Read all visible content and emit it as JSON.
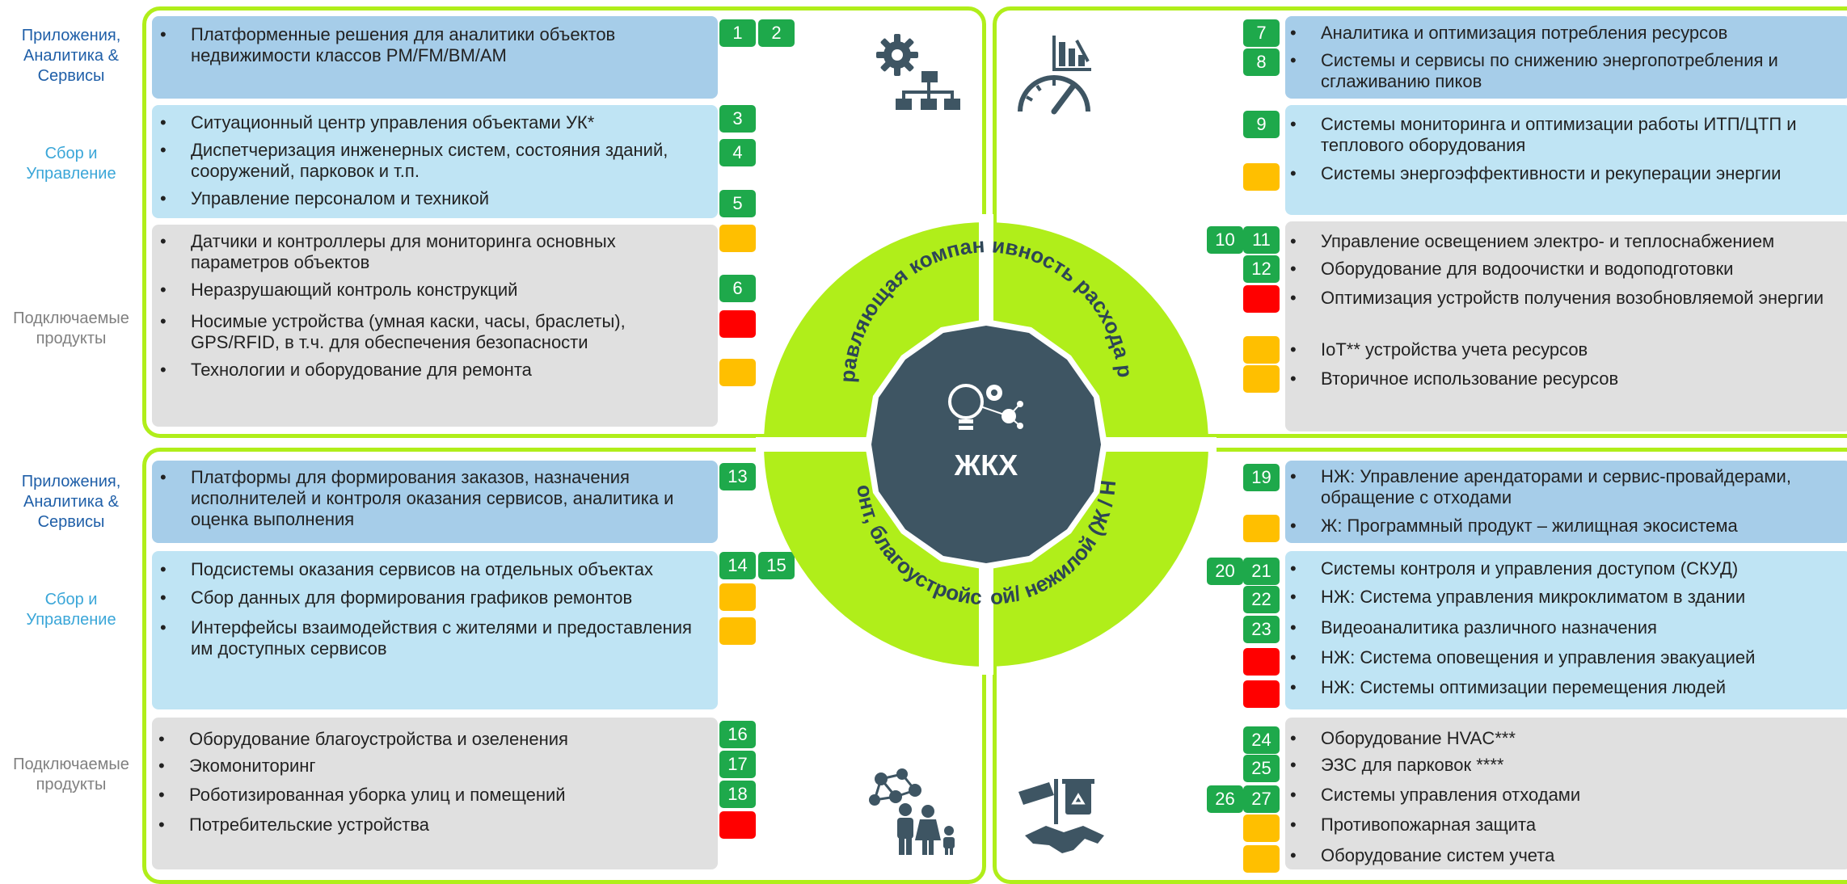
{
  "row_labels": {
    "top_apps": "Приложения, Аналитика & Сервисы",
    "top_collect": "Сбор и Управление",
    "top_connect": "Подключаемые продукты",
    "bottom_apps": "Приложения, Аналитика & Сервисы",
    "bottom_collect": "Сбор и Управление",
    "bottom_connect": "Подключаемые продукты"
  },
  "center": {
    "title": "ЖКХ",
    "q1": "Управляющая компания",
    "q2": "Эффективность расхода ресурсов",
    "q3": "Сервисы (ремонт, благоустройство, Клининг)",
    "q4": "Решение для жилой/ нежилой (Ж / НЖ) недвижимости"
  },
  "tl": {
    "apps": [
      "Платформенные решения для аналитики объектов недвижимости классов PM/FM/BM/AM"
    ],
    "collect": [
      "Ситуационный центр управления объектами УК*",
      "Диспетчеризация инженерных систем, состояния зданий, сооружений, парковок и т.п.",
      "Управление персоналом и техникой"
    ],
    "connect": [
      "Датчики и контроллеры для мониторинга основных параметров объектов",
      "Неразрушающий контроль конструкций",
      "Носимые устройства (умная каски, часы, браслеты), GPS/RFID, в т.ч. для обеспечения безопасности",
      "Технологии и оборудование для ремонта"
    ],
    "num_1": "1",
    "num_2": "2",
    "num_3": "3",
    "num_4": "4",
    "num_5": "5",
    "num_6": "6"
  },
  "tr": {
    "apps": [
      "Аналитика и оптимизация потребления ресурсов",
      "Системы и сервисы по снижению энергопотребления и сглаживанию пиков"
    ],
    "collect": [
      "Системы мониторинга и оптимизации работы ИТП/ЦТП и теплового оборудования",
      "Системы энергоэффективности и рекуперации энергии"
    ],
    "connect": [
      "Управление освещением электро- и теплоснабжением",
      "Оборудование для водоочистки и водоподготовки",
      "Оптимизация устройств получения возобновляемой энергии",
      "IoT** устройства учета ресурсов",
      "Вторичное использование ресурсов"
    ],
    "num_7": "7",
    "num_8": "8",
    "num_9": "9",
    "num_10": "10",
    "num_11": "11",
    "num_12": "12"
  },
  "bl": {
    "apps": [
      "Платформы для формирования заказов, назначения исполнителей и контроля оказания сервисов, аналитика и оценка выполнения"
    ],
    "collect": [
      "Подсистемы оказания сервисов на отдельных объектах",
      "Сбор данных для формирования графиков ремонтов",
      "Интерфейсы взаимодействия с жителями и предоставления им доступных сервисов"
    ],
    "connect": [
      "Оборудование благоустройства и озеленения",
      "Экомониторинг",
      "Роботизированная уборка улиц и помещений",
      "Потребительские устройства"
    ],
    "num_13": "13",
    "num_14": "14",
    "num_15": "15",
    "num_16": "16",
    "num_17": "17",
    "num_18": "18"
  },
  "br": {
    "apps": [
      "НЖ: Управление арендаторами и сервис-провайдерами, обращение с отходами",
      "Ж: Программный продукт – жилищная экосистема"
    ],
    "collect": [
      "Системы контроля и управления доступом (СКУД)",
      "НЖ: Система управления микроклиматом в здании",
      "Видеоаналитика различного назначения",
      "НЖ: Система оповещения и управления эвакуацией",
      "НЖ: Системы оптимизации перемещения людей"
    ],
    "connect": [
      "Оборудование HVAC***",
      "ЭЗС для парковок ****",
      "Системы управления отходами",
      "Противопожарная защита",
      "Оборудование систем учета"
    ],
    "num_19": "19",
    "num_20": "20",
    "num_21": "21",
    "num_22": "22",
    "num_23": "23",
    "num_24": "24",
    "num_25": "25",
    "num_26": "26",
    "num_27": "27"
  },
  "bullet": "•",
  "colors": {
    "green": "#1ea94b",
    "yellow": "#ffbf00",
    "red": "#ff0000",
    "lime": "#b0ee1a",
    "hub": "#3e5563"
  }
}
